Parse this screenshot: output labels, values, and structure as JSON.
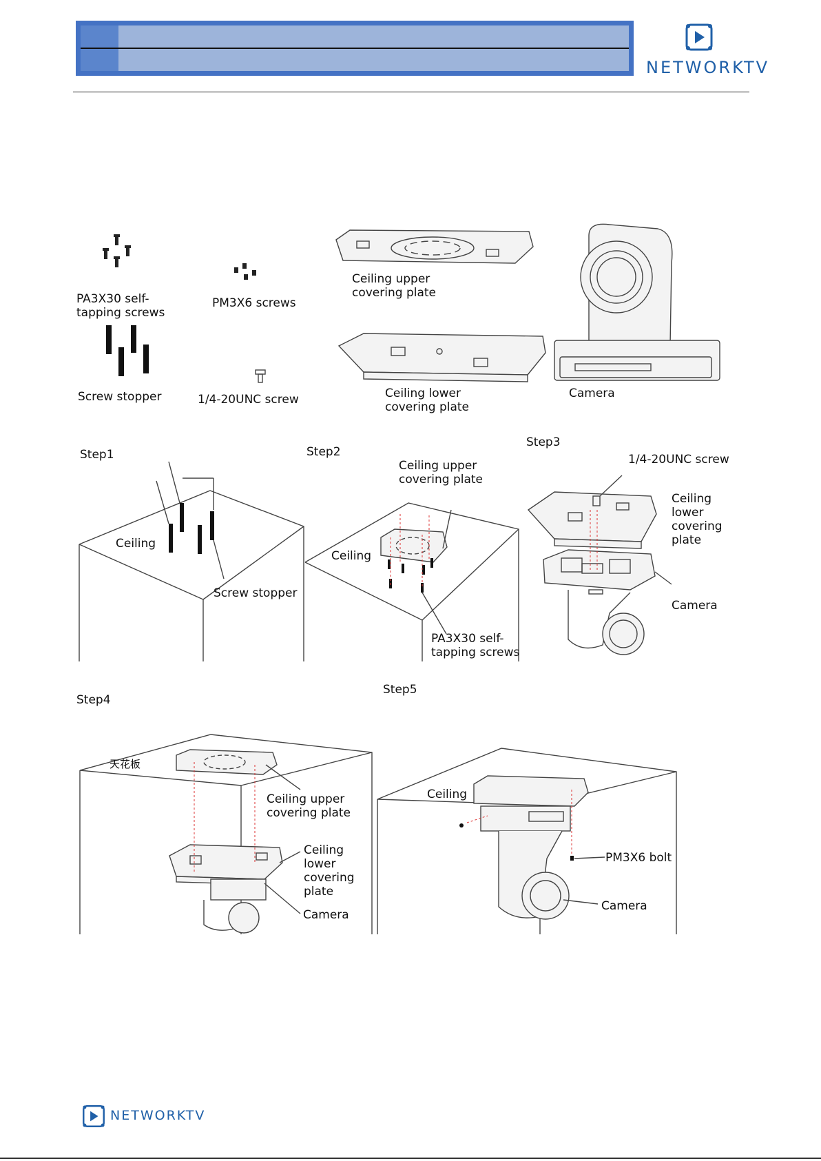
{
  "header": {
    "brand": "NETWORKTV"
  },
  "parts": {
    "pa3x30": "PA3X30 self-\ntapping screws",
    "pm3x6": "PM3X6 screws",
    "upper_plate": "Ceiling upper\ncovering plate",
    "screw_stopper": "Screw stopper",
    "unc_screw": "1/4-20UNC screw",
    "lower_plate": "Ceiling lower\ncovering plate",
    "camera": "Camera"
  },
  "steps": {
    "step1": {
      "title": "Step1",
      "ceiling": "Ceiling",
      "stopper": "Screw stopper"
    },
    "step2": {
      "title": "Step2",
      "upper_plate": "Ceiling upper\ncovering plate",
      "ceiling": "Ceiling",
      "screws": "PA3X30 self-\ntapping screws"
    },
    "step3": {
      "title": "Step3",
      "unc": "1/4-20UNC screw",
      "lower_plate": "Ceiling\nlower\ncovering\nplate",
      "camera": "Camera"
    },
    "step4": {
      "title": "Step4",
      "chinese": "天花板",
      "upper_plate": "Ceiling upper\ncovering plate",
      "lower_plate": "Ceiling\nlower\ncovering\nplate",
      "camera": "Camera"
    },
    "step5": {
      "title": "Step5",
      "ceiling": "Ceiling",
      "bolt": "PM3X6 bolt",
      "camera": "Camera"
    }
  },
  "footer": {
    "brand": "NETWORKTV"
  },
  "colors": {
    "header_dark": "#4472c4",
    "header_light": "#9db4da",
    "brand_blue": "#2060a8",
    "guide_red": "#dd3333"
  }
}
